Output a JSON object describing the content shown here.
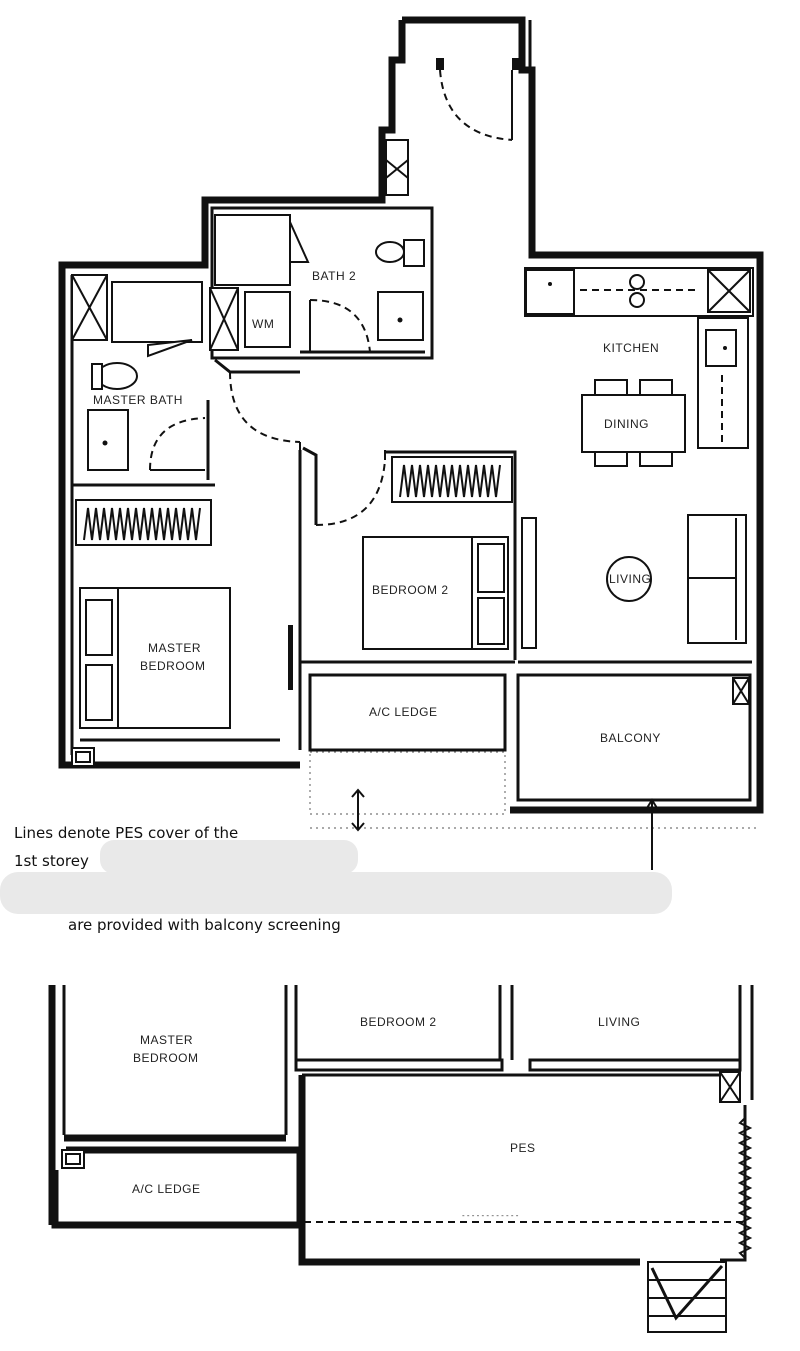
{
  "upper_plan": {
    "rooms": {
      "bath2": "BATH 2",
      "wm": "WM",
      "master_bath": "MASTER BATH",
      "kitchen": "KITCHEN",
      "dining": "DINING",
      "living": "LIVING",
      "bedroom2": "BEDROOM 2",
      "master_bedroom_line1": "MASTER",
      "master_bedroom_line2": "BEDROOM",
      "ac_ledge": "A/C LEDGE",
      "balcony": "BALCONY"
    },
    "note_line1": "Lines denote PES cover of the",
    "note_line2": "1st storey",
    "note_line3": "are provided with balcony screening"
  },
  "lower_plan": {
    "rooms": {
      "master_bedroom_line1": "MASTER",
      "master_bedroom_line2": "BEDROOM",
      "bedroom2": "BEDROOM 2",
      "living": "LIVING",
      "pes": "PES",
      "ac_ledge": "A/C LEDGE"
    }
  }
}
